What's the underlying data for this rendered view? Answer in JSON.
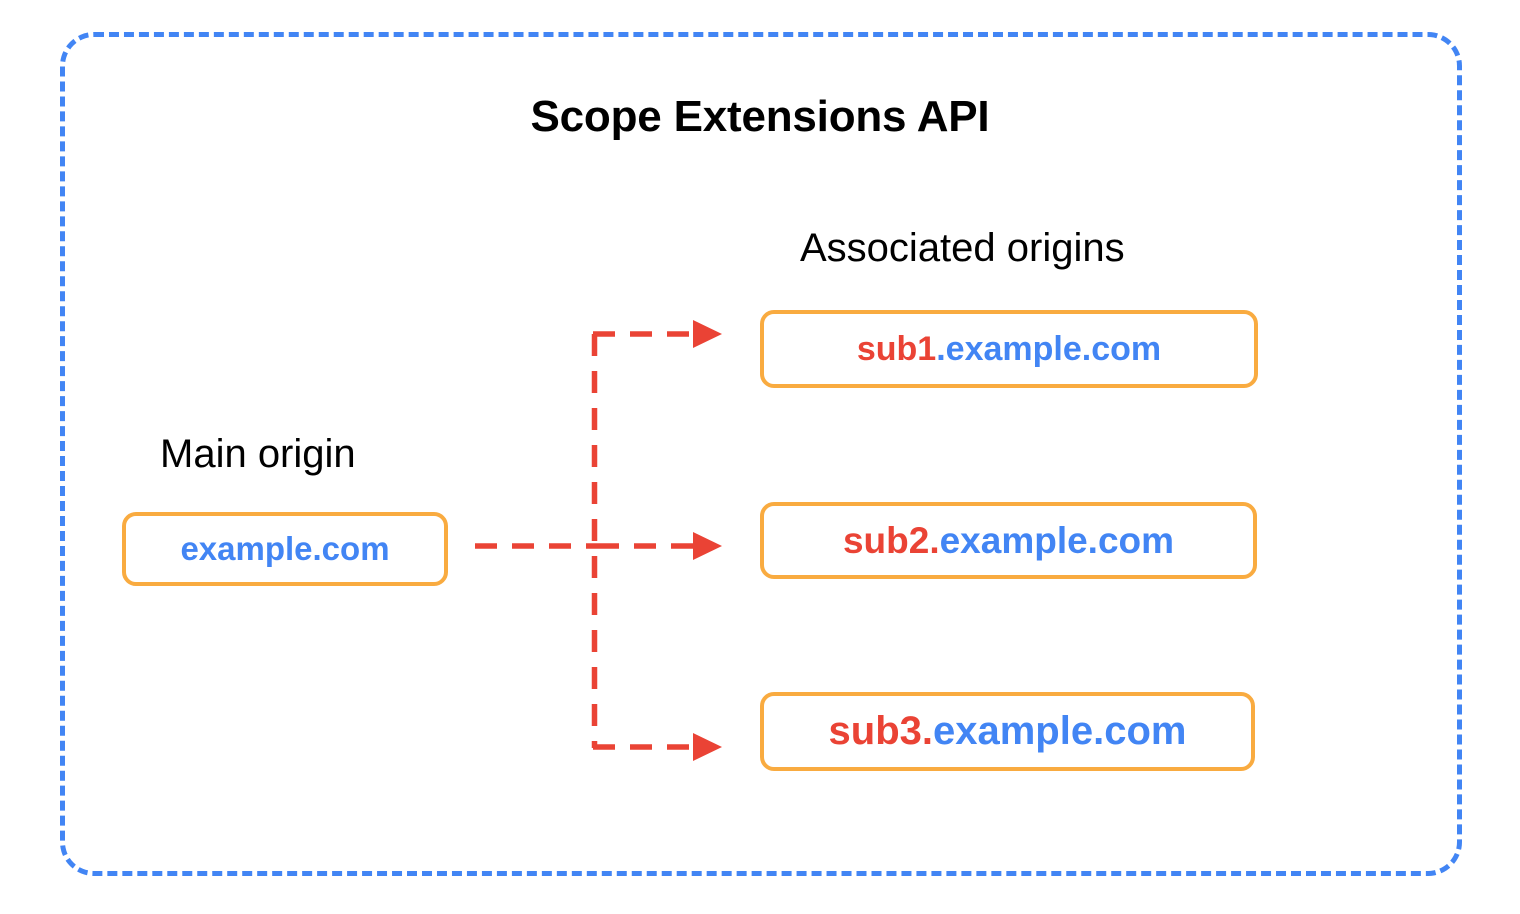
{
  "diagram": {
    "title": "Scope Extensions API",
    "container_border_color": "#4285F4",
    "accent_colors": {
      "box_border": "#F9AB40",
      "subdomain_text": "#EA4335",
      "domain_text": "#4285F4",
      "arrow": "#EA4335",
      "title_text": "#000000"
    },
    "captions": {
      "main_origin": "Main origin",
      "associated_origins": "Associated origins"
    },
    "main_origin": {
      "subdomain": "",
      "domain": "example.com",
      "full": "example.com"
    },
    "associated_origins": [
      {
        "subdomain": "sub1",
        "separator": ".",
        "domain": "example.com",
        "full": "sub1.example.com"
      },
      {
        "subdomain": "sub2",
        "separator": ".",
        "domain": "example.com",
        "full": "sub2.example.com"
      },
      {
        "subdomain": "sub3",
        "separator": ".",
        "domain": "example.com",
        "full": "sub3.example.com"
      }
    ],
    "connectors": {
      "style": "dashed",
      "arrowhead": "triangle",
      "count": 3,
      "description": "Dashed red arrows branch from the main origin box to each of the three associated origin boxes"
    }
  }
}
